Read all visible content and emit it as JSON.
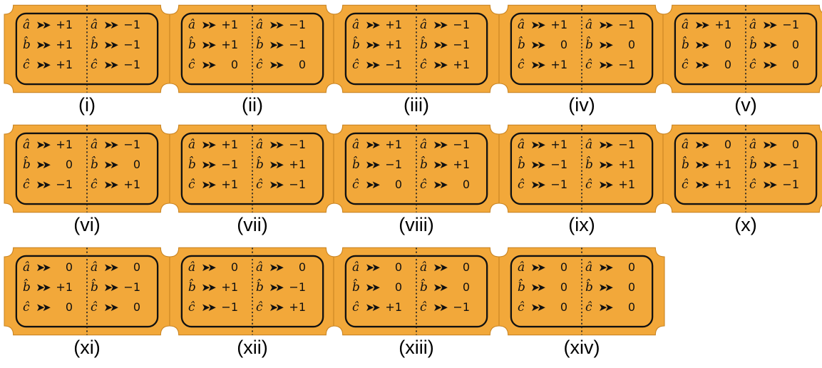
{
  "arrow_icon": "double-arrowhead-icon",
  "ticket_color": "#F2A83A",
  "row_labels": [
    "â",
    "b̂",
    "ĉ"
  ],
  "tickets": [
    {
      "caption": "(i)",
      "left": [
        "+1",
        "+1",
        "+1"
      ],
      "right": [
        "−1",
        "−1",
        "−1"
      ]
    },
    {
      "caption": "(ii)",
      "left": [
        "+1",
        "+1",
        "0"
      ],
      "right": [
        "−1",
        "−1",
        "0"
      ]
    },
    {
      "caption": "(iii)",
      "left": [
        "+1",
        "+1",
        "−1"
      ],
      "right": [
        "−1",
        "−1",
        "+1"
      ]
    },
    {
      "caption": "(iv)",
      "left": [
        "+1",
        "0",
        "+1"
      ],
      "right": [
        "−1",
        "0",
        "−1"
      ]
    },
    {
      "caption": "(v)",
      "left": [
        "+1",
        "0",
        "0"
      ],
      "right": [
        "−1",
        "0",
        "0"
      ]
    },
    {
      "caption": "(vi)",
      "left": [
        "+1",
        "0",
        "−1"
      ],
      "right": [
        "−1",
        "0",
        "+1"
      ]
    },
    {
      "caption": "(vii)",
      "left": [
        "+1",
        "−1",
        "+1"
      ],
      "right": [
        "−1",
        "+1",
        "−1"
      ]
    },
    {
      "caption": "(viii)",
      "left": [
        "+1",
        "−1",
        "0"
      ],
      "right": [
        "−1",
        "+1",
        "0"
      ]
    },
    {
      "caption": "(ix)",
      "left": [
        "+1",
        "−1",
        "−1"
      ],
      "right": [
        "−1",
        "+1",
        "+1"
      ]
    },
    {
      "caption": "(x)",
      "left": [
        "0",
        "+1",
        "+1"
      ],
      "right": [
        "0",
        "−1",
        "−1"
      ]
    },
    {
      "caption": "(xi)",
      "left": [
        "0",
        "+1",
        "0"
      ],
      "right": [
        "0",
        "−1",
        "0"
      ]
    },
    {
      "caption": "(xii)",
      "left": [
        "0",
        "+1",
        "−1"
      ],
      "right": [
        "0",
        "−1",
        "+1"
      ]
    },
    {
      "caption": "(xiii)",
      "left": [
        "0",
        "0",
        "+1"
      ],
      "right": [
        "0",
        "0",
        "−1"
      ]
    },
    {
      "caption": "(xiv)",
      "left": [
        "0",
        "0",
        "0"
      ],
      "right": [
        "0",
        "0",
        "0"
      ]
    }
  ]
}
